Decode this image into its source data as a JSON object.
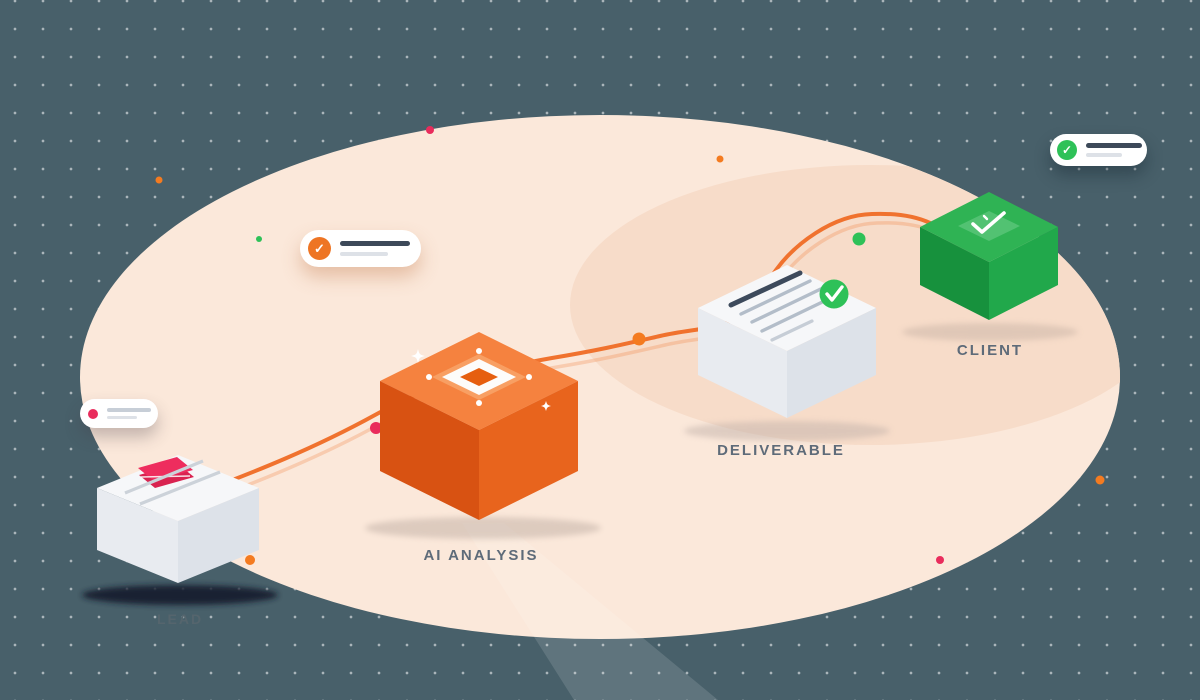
{
  "pipeline": {
    "steps": [
      {
        "id": "lead",
        "label": "LEAD",
        "cube_color": "white",
        "top_decoration": "pink-package-ribbon"
      },
      {
        "id": "ai-analysis",
        "label": "AI ANALYSIS",
        "cube_color": "orange",
        "top_decoration": "diamond-scanner"
      },
      {
        "id": "deliverable",
        "label": "DELIVERABLE",
        "cube_color": "white",
        "top_decoration": "document-lines",
        "badge": "green-check"
      },
      {
        "id": "client",
        "label": "CLIENT",
        "cube_color": "green",
        "top_decoration": "white-check"
      }
    ]
  },
  "notifications": [
    {
      "id": "lead-ping",
      "icon": "pink-dot-icon"
    },
    {
      "id": "ai-progress",
      "icon": "orange-check-icon",
      "glyph": "✓"
    },
    {
      "id": "client-done",
      "icon": "green-check-icon",
      "glyph": "✓"
    }
  ],
  "icons": {
    "check": "✓"
  },
  "colors": {
    "background": "#48606a",
    "ellipse-light": "#fbe8da",
    "ellipse-dark": "#f7dcc9",
    "connector": "#f0722e",
    "accent-orange": "#f47b20",
    "accent-orange-deep": "#ee7524",
    "accent-green": "#2ec158",
    "accent-pink": "#e92c5c",
    "label": "#5e6b79",
    "label-dark-bg": "#55656d",
    "shadow-navy": "#141d2e",
    "cube-white-top": "#f6f7f9",
    "cube-white-left": "#e8ebf0",
    "cube-white-right": "#dde2e9",
    "ai-top": "#f5823f",
    "ai-left": "#d85212",
    "ai-right": "#e8641d",
    "ai-diamond-ring": "#f89f63",
    "ai-diamond-core": "#e65f0f",
    "client-top": "#2fb354",
    "client-left": "#17913d",
    "client-right": "#21a84b",
    "client-diamond": "#52c272",
    "doc-line-dark": "#3d4a5c",
    "doc-line-gray": "#b3bdc9",
    "pill-line-dark": "#3d4959",
    "pill-line-mid": "#c7ced7",
    "pill-line-light": "#dde1e7",
    "ribbon-gray": "#ccd2d9"
  }
}
